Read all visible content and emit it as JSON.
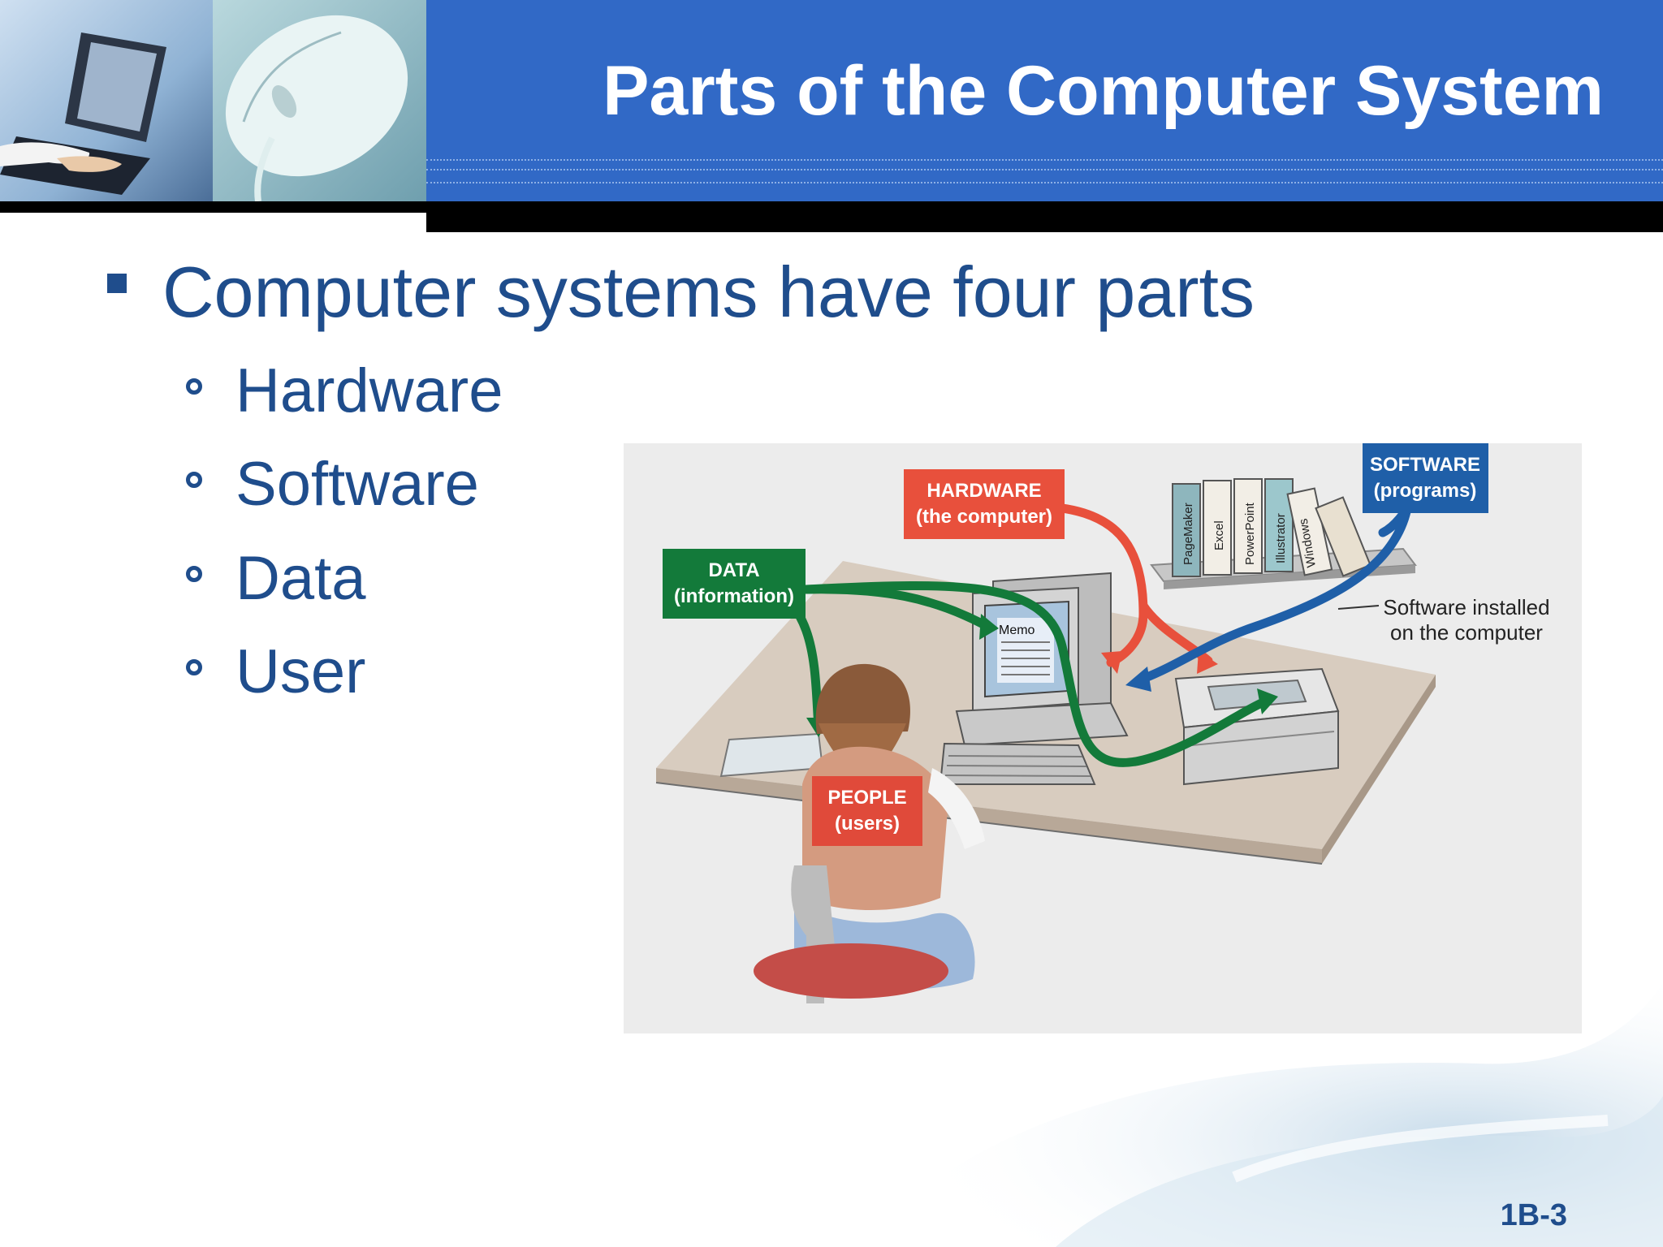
{
  "header": {
    "title": "Parts of the Computer System"
  },
  "content": {
    "main_bullet": "Computer systems have four parts",
    "sub_bullets": [
      "Hardware",
      "Software",
      "Data",
      "User"
    ]
  },
  "figure": {
    "labels": {
      "hardware_line1": "HARDWARE",
      "hardware_line2": "(the computer)",
      "software_line1": "SOFTWARE",
      "software_line2": "(programs)",
      "data_line1": "DATA",
      "data_line2": "(information)",
      "people_line1": "PEOPLE",
      "people_line2": "(users)",
      "installed_line1": "Software installed",
      "installed_line2": "on the computer",
      "memo": "Memo"
    },
    "book_titles": [
      "PageMaker",
      "Excel",
      "PowerPoint",
      "Illustrator",
      "Windows"
    ]
  },
  "footer": {
    "slide_number": "1B-3"
  },
  "colors": {
    "header_blue": "#3169c6",
    "text_blue": "#1f4d8c",
    "hardware_red": "#e8503c",
    "software_blue": "#1f5fa8",
    "data_green": "#137a3a",
    "people_red": "#e04a3a"
  }
}
